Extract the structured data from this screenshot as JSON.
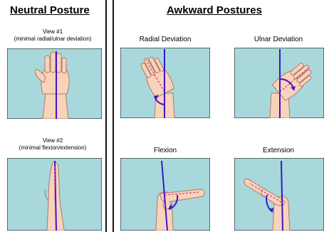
{
  "neutral": {
    "heading": "Neutral Posture",
    "view1": {
      "title": "View #1",
      "subtitle": "(minimal radial/ulnar deviation)"
    },
    "view2": {
      "title": "View #2",
      "subtitle": "(minimal flexion/extension)"
    }
  },
  "awkward": {
    "heading": "Awkward Postures",
    "postures": [
      {
        "label": "Radial Deviation"
      },
      {
        "label": "Ulnar Deviation"
      },
      {
        "label": "Flexion"
      },
      {
        "label": "Extension"
      }
    ]
  },
  "colors": {
    "panel_background": "#a8d8dc",
    "skin": "#f8d2bb",
    "skin_outline": "#b07a64",
    "axis_line": "#3b16c9",
    "angle_arrow": "#3b16c9",
    "divider": "#111111"
  },
  "icons": {
    "neutral_view1": "open-palm-hand-icon",
    "neutral_view2": "side-view-straight-hand-icon",
    "radial_deviation": "hand-tilted-thumb-side-icon",
    "ulnar_deviation": "hand-tilted-little-finger-side-icon",
    "flexion": "hand-bent-palm-down-icon",
    "extension": "hand-bent-back-icon"
  }
}
